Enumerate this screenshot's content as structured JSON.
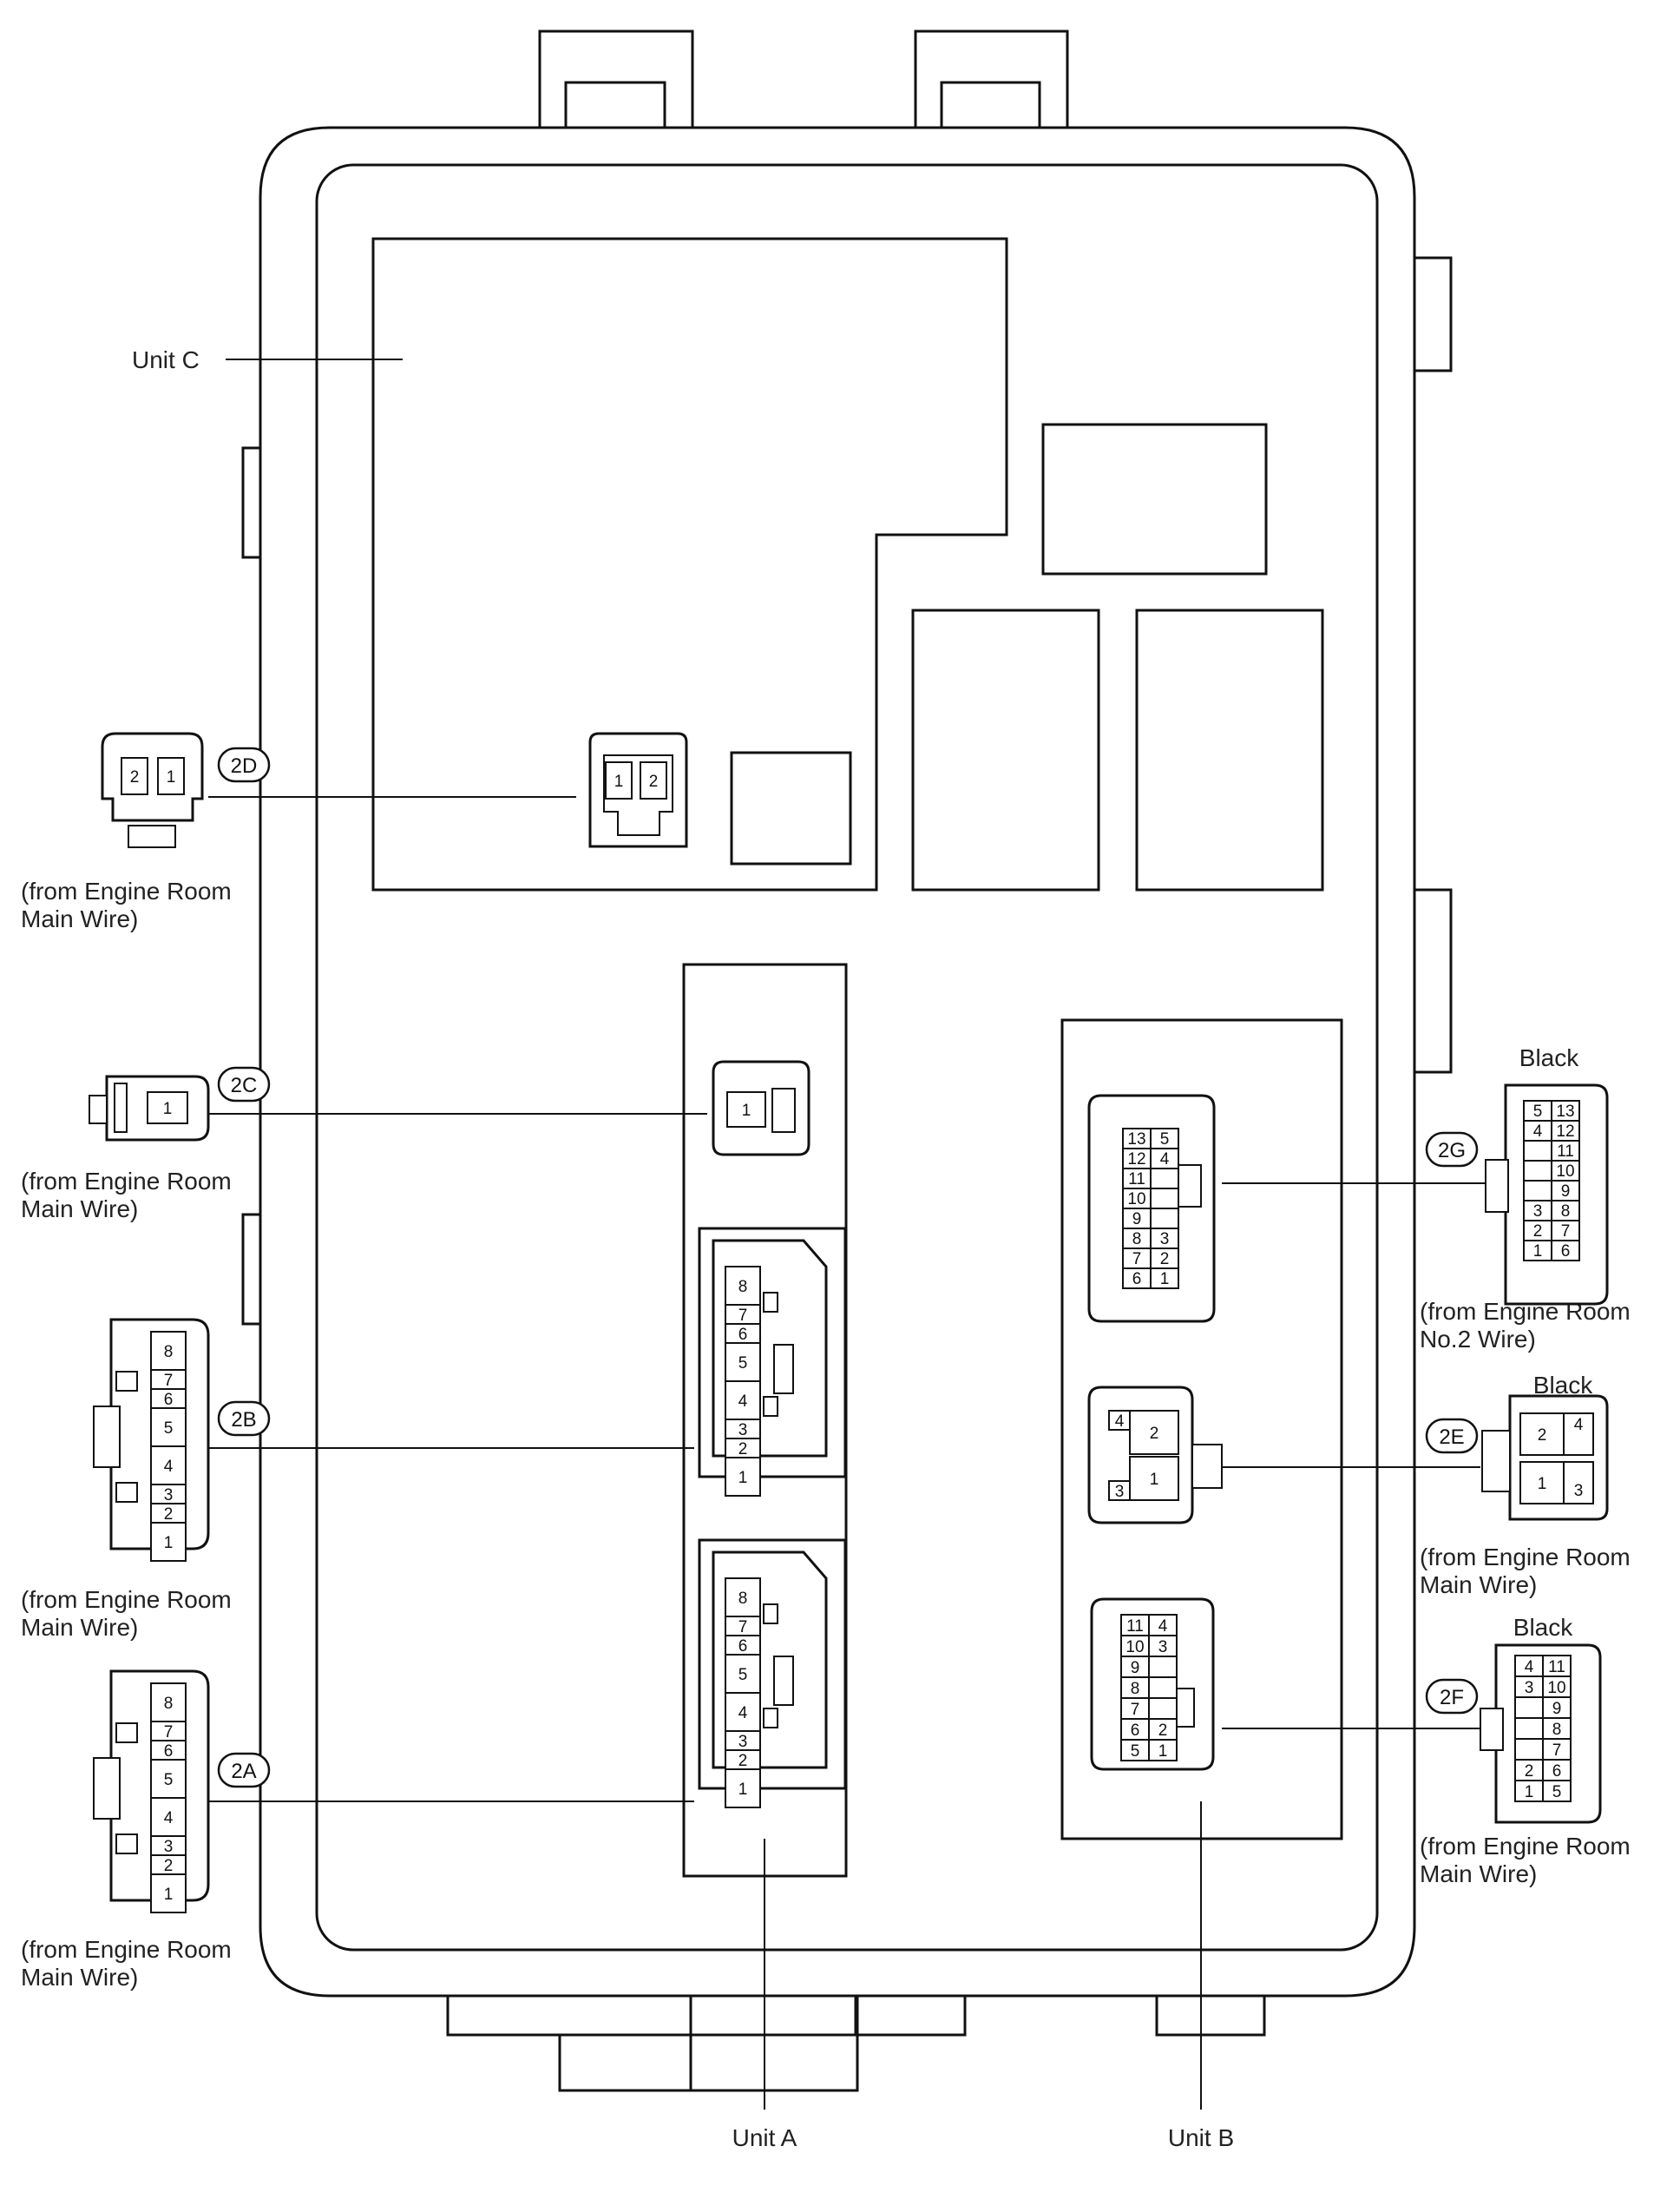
{
  "units": {
    "a": "Unit A",
    "b": "Unit B",
    "c": "Unit C"
  },
  "colors": {
    "line": "#111111",
    "background": "#ffffff"
  },
  "connectors": {
    "2A": {
      "code": "2A",
      "source": [
        "(from Engine Room",
        "Main Wire)"
      ],
      "pins": [
        "8",
        "7",
        "6",
        "5",
        "4",
        "3",
        "2",
        "1"
      ]
    },
    "2B": {
      "code": "2B",
      "source": [
        "(from Engine Room",
        "Main Wire)"
      ],
      "pins": [
        "8",
        "7",
        "6",
        "5",
        "4",
        "3",
        "2",
        "1"
      ]
    },
    "2C": {
      "code": "2C",
      "source": [
        "(from Engine Room",
        "Main Wire)"
      ],
      "pins": [
        "1"
      ]
    },
    "2D": {
      "code": "2D",
      "source": [
        "(from Engine Room",
        "Main Wire)"
      ],
      "pins": [
        "2",
        "1"
      ],
      "box_pins": [
        "1",
        "2"
      ]
    },
    "2E": {
      "code": "2E",
      "color": "Black",
      "source": [
        "(from Engine Room",
        "Main Wire)"
      ],
      "pins": [
        "2",
        "4",
        "1",
        "3"
      ],
      "box_pins": [
        "4",
        "2",
        "1",
        "3"
      ]
    },
    "2F": {
      "code": "2F",
      "color": "Black",
      "source": [
        "(from Engine Room",
        "Main Wire)"
      ],
      "rows": [
        [
          "4",
          "11"
        ],
        [
          "3",
          "10"
        ],
        [
          "",
          "9"
        ],
        [
          "",
          "8"
        ],
        [
          "",
          "7"
        ],
        [
          "2",
          "6"
        ],
        [
          "1",
          "5"
        ]
      ],
      "box_rows": [
        [
          "11",
          "4"
        ],
        [
          "10",
          "3"
        ],
        [
          "9",
          ""
        ],
        [
          "8",
          ""
        ],
        [
          "7",
          ""
        ],
        [
          "6",
          "2"
        ],
        [
          "5",
          "1"
        ]
      ]
    },
    "2G": {
      "code": "2G",
      "color": "Black",
      "source": [
        "(from Engine Room",
        "No.2 Wire)"
      ],
      "rows": [
        [
          "5",
          "13"
        ],
        [
          "4",
          "12"
        ],
        [
          "",
          "11"
        ],
        [
          "",
          "10"
        ],
        [
          "",
          "9"
        ],
        [
          "3",
          "8"
        ],
        [
          "2",
          "7"
        ],
        [
          "1",
          "6"
        ]
      ],
      "box_rows": [
        [
          "13",
          "5"
        ],
        [
          "12",
          "4"
        ],
        [
          "11",
          ""
        ],
        [
          "10",
          ""
        ],
        [
          "9",
          ""
        ],
        [
          "8",
          "3"
        ],
        [
          "7",
          "2"
        ],
        [
          "6",
          "1"
        ]
      ]
    }
  }
}
